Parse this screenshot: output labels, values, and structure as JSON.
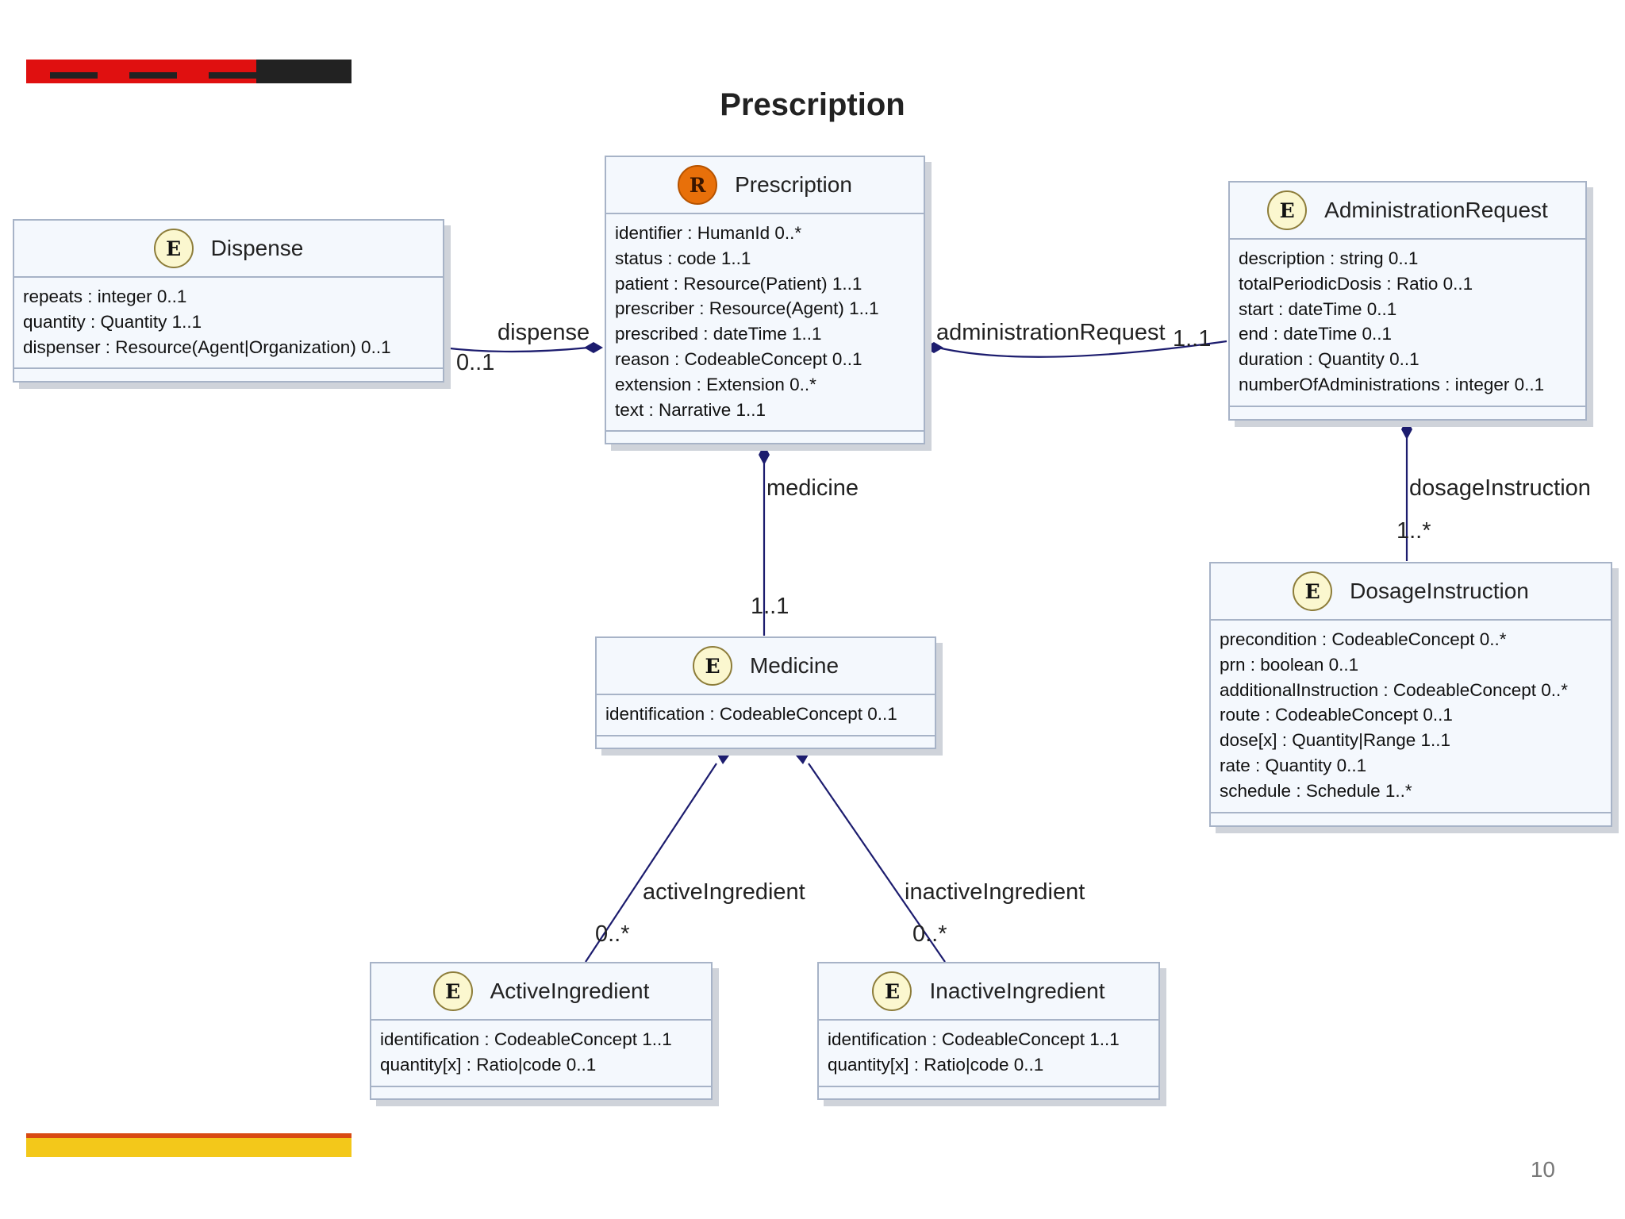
{
  "diagram": {
    "title": "Prescription",
    "page_number": "10",
    "colors": {
      "class_fill": "#f4f8fd",
      "class_border": "#a7b3c7",
      "connector": "#1c1c6e",
      "entity_badge": "#fbf7cf",
      "resource_badge": "#e8700a",
      "top_bar_red": "#e01010",
      "top_bar_dark": "#222222",
      "bottom_bar_yellow": "#f3c81a"
    },
    "classes": {
      "prescription": {
        "stereotype": "R",
        "name": "Prescription",
        "attributes": [
          "identifier : HumanId 0..*",
          "status : code 1..1",
          "patient : Resource(Patient) 1..1",
          "prescriber : Resource(Agent) 1..1",
          "prescribed : dateTime 1..1",
          "reason : CodeableConcept 0..1",
          "extension : Extension 0..*",
          "text : Narrative 1..1"
        ]
      },
      "dispense": {
        "stereotype": "E",
        "name": "Dispense",
        "attributes": [
          "repeats : integer 0..1",
          "quantity : Quantity 1..1",
          "dispenser : Resource(Agent|Organization) 0..1"
        ]
      },
      "administration_request": {
        "stereotype": "E",
        "name": "AdministrationRequest",
        "attributes": [
          "description : string 0..1",
          "totalPeriodicDosis : Ratio 0..1",
          "start : dateTime 0..1",
          "end : dateTime 0..1",
          "duration : Quantity 0..1",
          "numberOfAdministrations : integer 0..1"
        ]
      },
      "medicine": {
        "stereotype": "E",
        "name": "Medicine",
        "attributes": [
          "identification : CodeableConcept 0..1"
        ]
      },
      "dosage_instruction": {
        "stereotype": "E",
        "name": "DosageInstruction",
        "attributes": [
          "precondition : CodeableConcept 0..*",
          "prn : boolean 0..1",
          "additionalInstruction : CodeableConcept 0..*",
          "route : CodeableConcept 0..1",
          "dose[x] : Quantity|Range 1..1",
          "rate : Quantity 0..1",
          "schedule : Schedule 1..*"
        ]
      },
      "active_ingredient": {
        "stereotype": "E",
        "name": "ActiveIngredient",
        "attributes": [
          "identification : CodeableConcept 1..1",
          "quantity[x] : Ratio|code 0..1"
        ]
      },
      "inactive_ingredient": {
        "stereotype": "E",
        "name": "InactiveIngredient",
        "attributes": [
          "identification : CodeableConcept 1..1",
          "quantity[x] : Ratio|code 0..1"
        ]
      }
    },
    "associations": {
      "dispense": {
        "label": "dispense",
        "multiplicity": "0..1"
      },
      "administration_request": {
        "label": "administrationRequest",
        "multiplicity": "1..1"
      },
      "medicine": {
        "label": "medicine",
        "multiplicity": "1..1"
      },
      "dosage_instruction": {
        "label": "dosageInstruction",
        "multiplicity": "1..*"
      },
      "active_ingredient": {
        "label": "activeIngredient",
        "multiplicity": "0..*"
      },
      "inactive_ingredient": {
        "label": "inactiveIngredient",
        "multiplicity": "0..*"
      }
    }
  }
}
